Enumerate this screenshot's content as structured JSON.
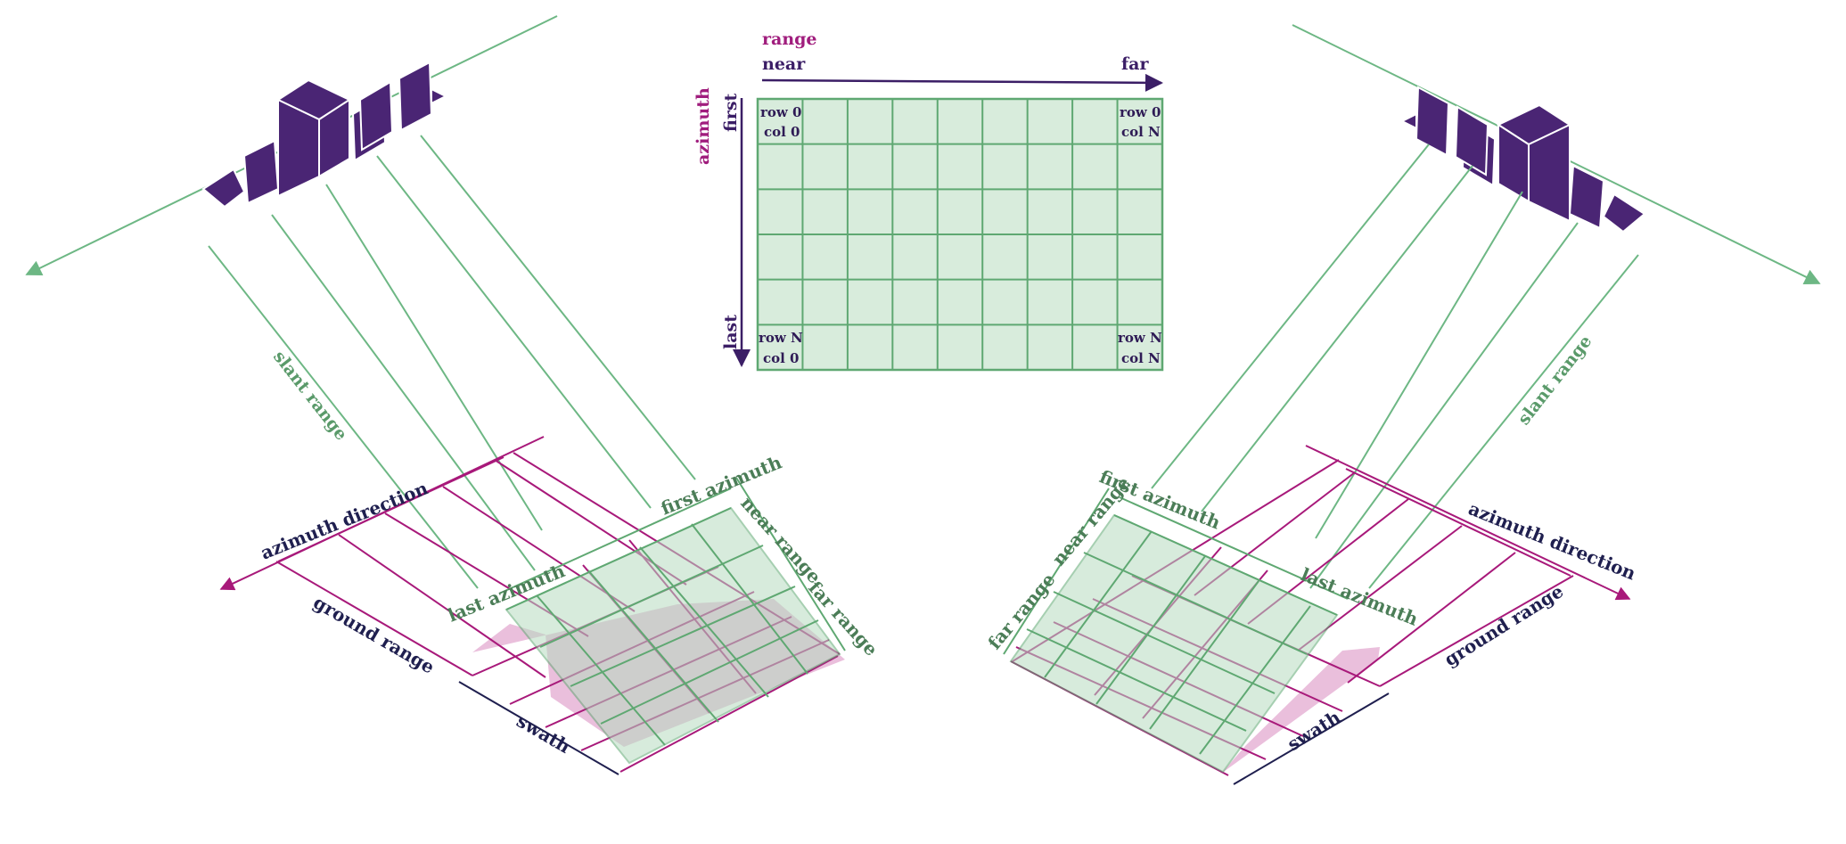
{
  "colors": {
    "satellite": "#4a2574",
    "beam": "#6db784",
    "ground_grid": "#a8197a",
    "ground_fill": "#e8b8d8",
    "image_fill": "#d8ecdc",
    "image_grid": "#5fa872",
    "axis": "#3b1e66",
    "text_dark": "#1f1f4f"
  },
  "image_grid": {
    "range_label": "range",
    "near_label": "near",
    "far_label": "far",
    "azimuth_label": "azimuth",
    "first_label": "first",
    "last_label": "last",
    "rows": 6,
    "cols": 9,
    "corners": {
      "top_left": [
        "row 0",
        "col 0"
      ],
      "top_right": [
        "row 0",
        "col N"
      ],
      "bottom_left": [
        "row N",
        "col 0"
      ],
      "bottom_right": [
        "row N",
        "col N"
      ]
    }
  },
  "left_panel": {
    "slant_range": "slant range",
    "azimuth_direction": "azimuth direction",
    "ground_range": "ground range",
    "swath": "swath",
    "first_azimuth": "first azimuth",
    "last_azimuth": "last azimuth",
    "near_range": "near range",
    "far_range": "far range"
  },
  "right_panel": {
    "slant_range": "slant range",
    "azimuth_direction": "azimuth direction",
    "ground_range": "ground range",
    "swath": "swath",
    "first_azimuth": "first azimuth",
    "last_azimuth": "last azimuth",
    "near_range": "near range",
    "far_range": "far range"
  }
}
